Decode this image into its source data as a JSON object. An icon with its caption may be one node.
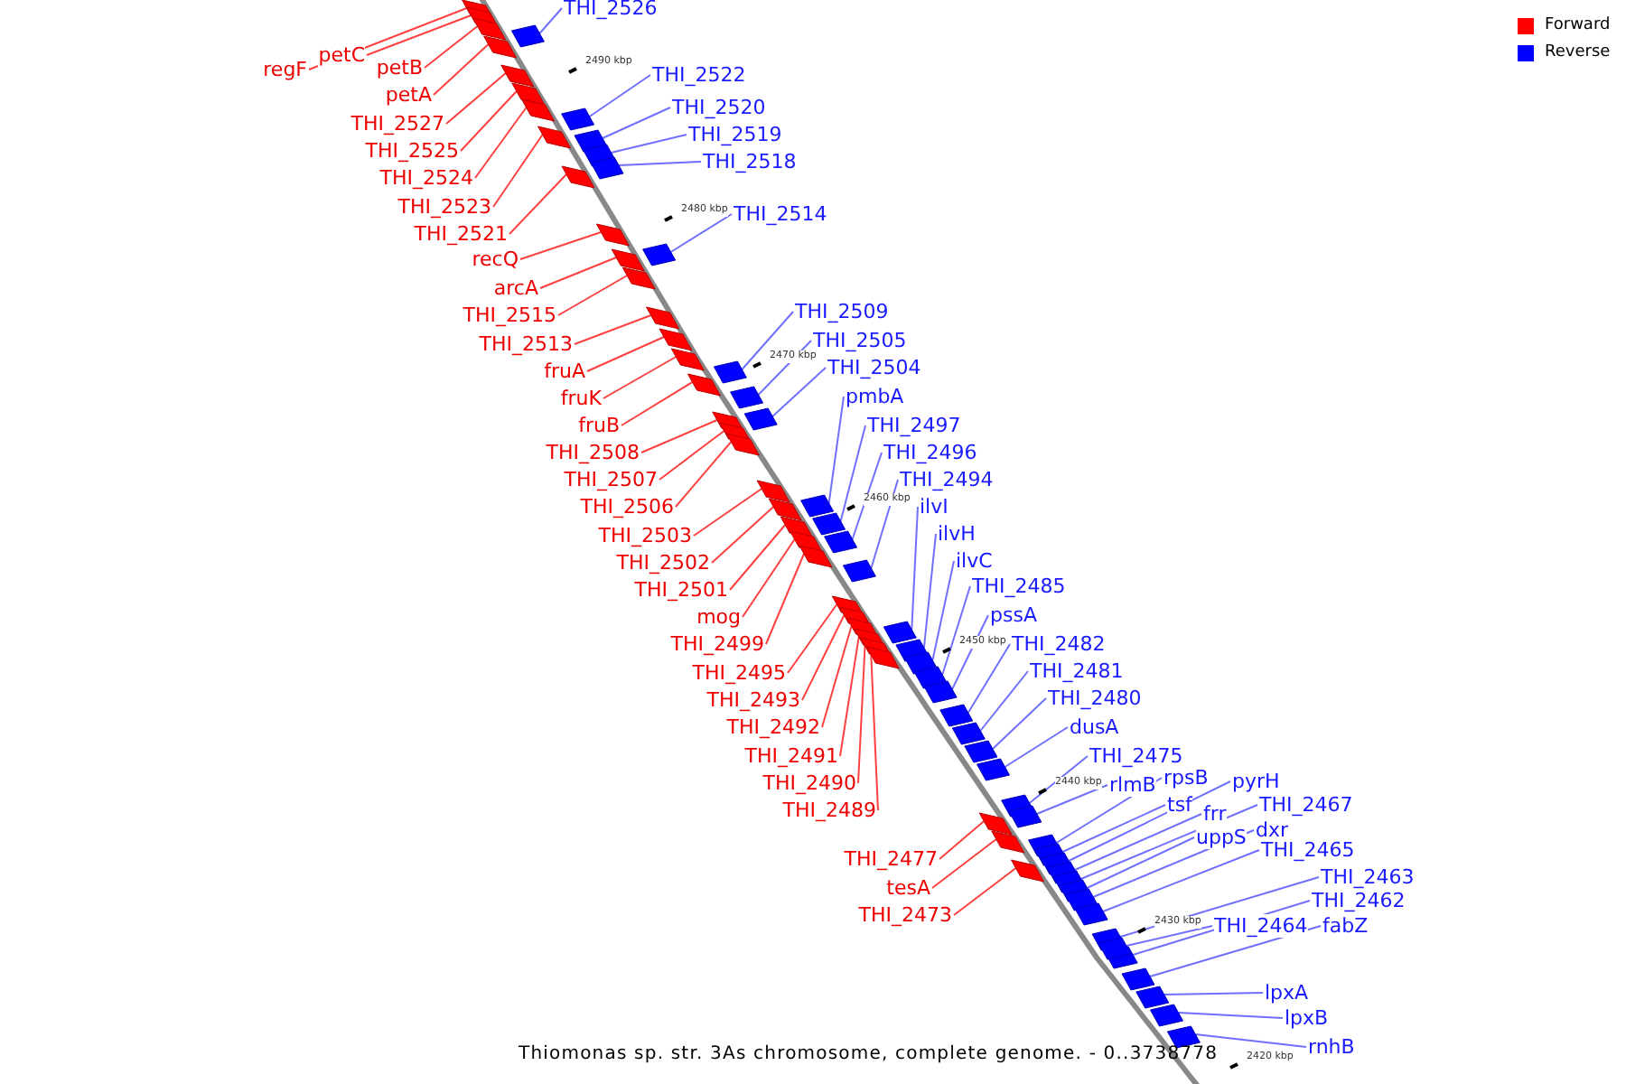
{
  "diagram": {
    "caption": "Thiomonas sp. str. 3As chromosome, complete genome. - 0..3738778",
    "nodes": [
      {
        "text": [
          "regF"
        ]
      },
      {
        "text": [
          "petC"
        ]
      },
      {
        "text": [
          "petB"
        ]
      },
      {
        "text": [
          "petA"
        ]
      },
      {
        "text": [
          "THI_2527"
        ]
      },
      {
        "text": [
          "THI_2525"
        ]
      },
      {
        "text": [
          "THI_2524"
        ]
      },
      {
        "text": [
          "THI_2523"
        ]
      },
      {
        "text": [
          "THI_2521"
        ]
      },
      {
        "text": [
          "recQ"
        ]
      },
      {
        "text": [
          "arcA"
        ]
      },
      {
        "text": [
          "THI_2515"
        ]
      },
      {
        "text": [
          "THI_2513"
        ]
      },
      {
        "text": [
          "fruA"
        ]
      },
      {
        "text": [
          "fruK"
        ]
      },
      {
        "text": [
          "fruB"
        ]
      },
      {
        "text": [
          "THI_2508"
        ]
      },
      {
        "text": [
          "THI_2507"
        ]
      },
      {
        "text": [
          "THI_2506"
        ]
      },
      {
        "text": [
          "THI_2503"
        ]
      },
      {
        "text": [
          "THI_2502"
        ]
      },
      {
        "text": [
          "THI_2501"
        ]
      },
      {
        "text": [
          "mog"
        ]
      },
      {
        "text": [
          "THI_2499"
        ]
      },
      {
        "text": [
          "THI_2495"
        ]
      },
      {
        "text": [
          "THI_2493"
        ]
      },
      {
        "text": [
          "THI_2492"
        ]
      },
      {
        "text": [
          "THI_2491"
        ]
      },
      {
        "text": [
          "THI_2490"
        ]
      },
      {
        "text": [
          "THI_2489"
        ]
      },
      {
        "text": [
          "THI_2477"
        ]
      },
      {
        "text": [
          "tesA"
        ]
      },
      {
        "text": [
          "THI_2473"
        ]
      },
      {
        "text": [
          "THI_2526"
        ]
      },
      {
        "text": [
          "THI_2522"
        ]
      },
      {
        "text": [
          "THI_2520"
        ]
      },
      {
        "text": [
          "THI_2519"
        ]
      },
      {
        "text": [
          "THI_2518"
        ]
      },
      {
        "text": [
          "THI_2514"
        ]
      },
      {
        "text": [
          "THI_2509"
        ]
      },
      {
        "text": [
          "THI_2505"
        ]
      },
      {
        "text": [
          "THI_2504"
        ]
      },
      {
        "text": [
          "pmbA"
        ]
      },
      {
        "text": [
          "THI_2497"
        ]
      },
      {
        "text": [
          "THI_2496"
        ]
      },
      {
        "text": [
          "THI_2494"
        ]
      },
      {
        "text": [
          "ilvI"
        ]
      },
      {
        "text": [
          "ilvH"
        ]
      },
      {
        "text": [
          "ilvC"
        ]
      },
      {
        "text": [
          "THI_2485"
        ]
      },
      {
        "text": [
          "pssA"
        ]
      },
      {
        "text": [
          "THI_2482"
        ]
      },
      {
        "text": [
          "THI_2481"
        ]
      },
      {
        "text": [
          "THI_2480"
        ]
      },
      {
        "text": [
          "dusA"
        ]
      },
      {
        "text": [
          "THI_2475"
        ]
      },
      {
        "text": [
          "rlmB"
        ]
      },
      {
        "text": [
          "rpsB"
        ]
      },
      {
        "text": [
          "tsf"
        ]
      },
      {
        "text": [
          "pyrH"
        ]
      },
      {
        "text": [
          "frr"
        ]
      },
      {
        "text": [
          "THI_2467"
        ]
      },
      {
        "text": [
          "uppS"
        ]
      },
      {
        "text": [
          "dxr"
        ]
      },
      {
        "text": [
          "THI_2465"
        ]
      },
      {
        "text": [
          "THI_2463"
        ]
      },
      {
        "text": [
          "THI_2462"
        ]
      },
      {
        "text": [
          "THI_2464"
        ]
      },
      {
        "text": [
          "fabZ"
        ]
      },
      {
        "text": [
          "lpxA"
        ]
      },
      {
        "text": [
          "lpxB"
        ]
      },
      {
        "text": [
          "rnhB"
        ]
      },
      {
        "text": [],
        "shape": "box"
      },
      {
        "text": [],
        "shape": "box"
      },
      {
        "text": [],
        "shape": "box"
      },
      {
        "text": [],
        "shape": "box"
      },
      {
        "text": [],
        "shape": "box"
      },
      {
        "text": [],
        "shape": "box"
      },
      {
        "text": [],
        "shape": "box"
      },
      {
        "text": [],
        "shape": "box"
      },
      {
        "text": [],
        "shape": "box"
      },
      {
        "text": [],
        "shape": "box"
      },
      {
        "text": [],
        "shape": "box"
      },
      {
        "text": [],
        "shape": "box"
      },
      {
        "text": [],
        "shape": "box"
      },
      {
        "text": [],
        "shape": "box"
      },
      {
        "text": [],
        "shape": "box"
      },
      {
        "text": [],
        "shape": "box"
      },
      {
        "text": [],
        "shape": "box"
      },
      {
        "text": [],
        "shape": "box"
      },
      {
        "text": [],
        "shape": "box"
      },
      {
        "text": [],
        "shape": "box"
      },
      {
        "text": [],
        "shape": "box"
      },
      {
        "text": [],
        "shape": "box"
      },
      {
        "text": [],
        "shape": "box"
      },
      {
        "text": [],
        "shape": "box"
      },
      {
        "text": [],
        "shape": "box"
      },
      {
        "text": [],
        "shape": "box"
      },
      {
        "text": [],
        "shape": "box"
      },
      {
        "text": [],
        "shape": "box"
      },
      {
        "text": [],
        "shape": "box"
      },
      {
        "text": [],
        "shape": "box"
      },
      {
        "text": [],
        "shape": "box"
      },
      {
        "text": [],
        "shape": "box"
      },
      {
        "text": [],
        "shape": "box"
      },
      {
        "text": [],
        "shape": "box"
      },
      {
        "text": [],
        "shape": "box"
      },
      {
        "text": [],
        "shape": "box"
      },
      {
        "text": [],
        "shape": "box"
      },
      {
        "text": [],
        "shape": "box"
      },
      {
        "text": [],
        "shape": "box"
      },
      {
        "text": [],
        "shape": "box"
      },
      {
        "text": [],
        "shape": "box"
      },
      {
        "text": [],
        "shape": "box"
      },
      {
        "text": [],
        "shape": "box"
      },
      {
        "text": [],
        "shape": "box"
      },
      {
        "text": [],
        "shape": "box"
      },
      {
        "text": [],
        "shape": "box"
      },
      {
        "text": [],
        "shape": "box"
      },
      {
        "text": [],
        "shape": "box"
      },
      {
        "text": [],
        "shape": "box"
      },
      {
        "text": [],
        "shape": "box"
      },
      {
        "text": [],
        "shape": "box"
      },
      {
        "text": [],
        "shape": "box"
      },
      {
        "text": [],
        "shape": "box"
      },
      {
        "text": [],
        "shape": "box"
      },
      {
        "text": [],
        "shape": "box"
      },
      {
        "text": [],
        "shape": "box"
      },
      {
        "text": [],
        "shape": "box"
      },
      {
        "text": [],
        "shape": "box"
      },
      {
        "text": [],
        "shape": "box"
      },
      {
        "text": [],
        "shape": "box"
      },
      {
        "text": [],
        "shape": "box"
      },
      {
        "text": [],
        "shape": "box"
      },
      {
        "text": [],
        "shape": "box"
      },
      {
        "text": [],
        "shape": "box"
      },
      {
        "text": [],
        "shape": "box"
      },
      {
        "text": [],
        "shape": "box"
      },
      {
        "text": [],
        "shape": "box"
      },
      {
        "text": [],
        "shape": "box"
      },
      {
        "text": [],
        "shape": "box"
      },
      {
        "text": [],
        "shape": "box"
      },
      {
        "text": [],
        "shape": "box"
      },
      {
        "text": [],
        "shape": "box"
      }
    ],
    "edges": [
      {
        "from": 0,
        "to": 72,
        "arrow": "none",
        "color": "#ff0000"
      },
      {
        "from": 1,
        "to": 73,
        "arrow": "none",
        "color": "#ff0000"
      },
      {
        "from": 2,
        "to": 74,
        "arrow": "none",
        "color": "#ff0000"
      },
      {
        "from": 3,
        "to": 75,
        "arrow": "none",
        "color": "#ff0000"
      },
      {
        "from": 4,
        "to": 76,
        "arrow": "none",
        "color": "#ff0000"
      },
      {
        "from": 5,
        "to": 77,
        "arrow": "none",
        "color": "#ff0000"
      },
      {
        "from": 6,
        "to": 78,
        "arrow": "none",
        "color": "#ff0000"
      },
      {
        "from": 7,
        "to": 79,
        "arrow": "none",
        "color": "#ff0000"
      },
      {
        "from": 8,
        "to": 80,
        "arrow": "none",
        "color": "#ff0000"
      },
      {
        "from": 9,
        "to": 81,
        "arrow": "none",
        "color": "#ff0000"
      },
      {
        "from": 10,
        "to": 82,
        "arrow": "none",
        "color": "#ff0000"
      },
      {
        "from": 11,
        "to": 83,
        "arrow": "none",
        "color": "#ff0000"
      },
      {
        "from": 12,
        "to": 84,
        "arrow": "none",
        "color": "#ff0000"
      },
      {
        "from": 13,
        "to": 85,
        "arrow": "none",
        "color": "#ff0000"
      },
      {
        "from": 14,
        "to": 86,
        "arrow": "none",
        "color": "#ff0000"
      },
      {
        "from": 15,
        "to": 87,
        "arrow": "none",
        "color": "#ff0000"
      },
      {
        "from": 16,
        "to": 88,
        "arrow": "none",
        "color": "#ff0000"
      },
      {
        "from": 17,
        "to": 89,
        "arrow": "none",
        "color": "#ff0000"
      },
      {
        "from": 18,
        "to": 90,
        "arrow": "none",
        "color": "#ff0000"
      },
      {
        "from": 19,
        "to": 91,
        "arrow": "none",
        "color": "#ff0000"
      },
      {
        "from": 20,
        "to": 92,
        "arrow": "none",
        "color": "#ff0000"
      },
      {
        "from": 21,
        "to": 93,
        "arrow": "none",
        "color": "#ff0000"
      },
      {
        "from": 22,
        "to": 94,
        "arrow": "none",
        "color": "#ff0000"
      },
      {
        "from": 23,
        "to": 95,
        "arrow": "none",
        "color": "#ff0000"
      },
      {
        "from": 24,
        "to": 96,
        "arrow": "none",
        "color": "#ff0000"
      },
      {
        "from": 25,
        "to": 97,
        "arrow": "none",
        "color": "#ff0000"
      },
      {
        "from": 26,
        "to": 98,
        "arrow": "none",
        "color": "#ff0000"
      },
      {
        "from": 27,
        "to": 99,
        "arrow": "none",
        "color": "#ff0000"
      },
      {
        "from": 28,
        "to": 100,
        "arrow": "none",
        "color": "#ff0000"
      },
      {
        "from": 29,
        "to": 101,
        "arrow": "none",
        "color": "#ff0000"
      },
      {
        "from": 30,
        "to": 102,
        "arrow": "none",
        "color": "#ff0000"
      },
      {
        "from": 31,
        "to": 103,
        "arrow": "none",
        "color": "#ff0000"
      },
      {
        "from": 32,
        "to": 104,
        "arrow": "none",
        "color": "#ff0000"
      },
      {
        "from": 33,
        "to": 105,
        "arrow": "none"
      },
      {
        "from": 34,
        "to": 106,
        "arrow": "none"
      },
      {
        "from": 35,
        "to": 107,
        "arrow": "none"
      },
      {
        "from": 36,
        "to": 108,
        "arrow": "none"
      },
      {
        "from": 37,
        "to": 109,
        "arrow": "none"
      },
      {
        "from": 38,
        "to": 110,
        "arrow": "none"
      },
      {
        "from": 39,
        "to": 111,
        "arrow": "none"
      },
      {
        "from": 40,
        "to": 112,
        "arrow": "none"
      },
      {
        "from": 41,
        "to": 113,
        "arrow": "none"
      },
      {
        "from": 42,
        "to": 114,
        "arrow": "none"
      },
      {
        "from": 43,
        "to": 115,
        "arrow": "none"
      },
      {
        "from": 44,
        "to": 116,
        "arrow": "none"
      },
      {
        "from": 45,
        "to": 117,
        "arrow": "none"
      },
      {
        "from": 46,
        "to": 118,
        "arrow": "none"
      },
      {
        "from": 47,
        "to": 119,
        "arrow": "none"
      },
      {
        "from": 48,
        "to": 120,
        "arrow": "none"
      },
      {
        "from": 49,
        "to": 121,
        "arrow": "none"
      },
      {
        "from": 50,
        "to": 122,
        "arrow": "none"
      },
      {
        "from": 51,
        "to": 123,
        "arrow": "none"
      },
      {
        "from": 52,
        "to": 124,
        "arrow": "none"
      },
      {
        "from": 53,
        "to": 125,
        "arrow": "none"
      },
      {
        "from": 54,
        "to": 126,
        "arrow": "none"
      },
      {
        "from": 55,
        "to": 127,
        "arrow": "none"
      },
      {
        "from": 56,
        "to": 128,
        "arrow": "none"
      },
      {
        "from": 57,
        "to": 129,
        "arrow": "none"
      },
      {
        "from": 58,
        "to": 130,
        "arrow": "none"
      },
      {
        "from": 59,
        "to": 131,
        "arrow": "none"
      },
      {
        "from": 60,
        "to": 132,
        "arrow": "none"
      },
      {
        "from": 61,
        "to": 133,
        "arrow": "none"
      },
      {
        "from": 62,
        "to": 134,
        "arrow": "none"
      },
      {
        "from": 63,
        "to": 135,
        "arrow": "none"
      },
      {
        "from": 64,
        "to": 136,
        "arrow": "none"
      },
      {
        "from": 65,
        "to": 137,
        "arrow": "none"
      },
      {
        "from": 66,
        "to": 138,
        "arrow": "none"
      },
      {
        "from": 67,
        "to": 139,
        "arrow": "none"
      },
      {
        "from": 68,
        "to": 140,
        "arrow": "none"
      },
      {
        "from": 69,
        "to": 141,
        "arrow": "none"
      },
      {
        "from": 70,
        "to": 142,
        "arrow": "none"
      },
      {
        "from": 71,
        "to": 143,
        "arrow": "none"
      }
    ],
    "labels": [
      "2490 kbp",
      "2480 kbp",
      "2470 kbp",
      "2460 kbp",
      "2450 kbp",
      "2440 kbp",
      "2430 kbp",
      "2420 kbp"
    ],
    "legend": [
      {
        "text": "Forward",
        "color": "#ff0000"
      },
      {
        "text": "Reverse",
        "color": "#0000ff"
      }
    ]
  }
}
